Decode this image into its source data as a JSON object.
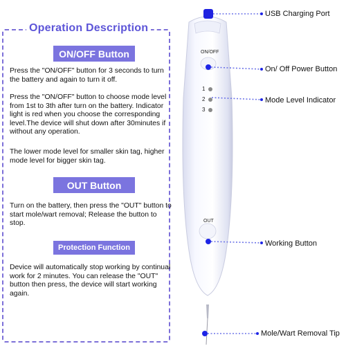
{
  "panel": {
    "title": "Operation Description",
    "onoff_badge": "ON/OFF Button",
    "onoff_para1": "Press the \"ON/OFF\" button for 3 seconds to turn the battery and again to turn it off.",
    "onoff_para2": "Press the \"ON/OFF\" button to choose mode level from 1st to 3th after turn on the battery. Indicator light is red when you choose the corresponding level.The device will shut down after 30minutes if without any operation.",
    "onoff_para3": "The lower mode level for smaller skin tag, higher mode level for bigger skin tag.",
    "out_badge": "OUT Button",
    "out_para": "Turn on the battery, then press the \"OUT\" button to start mole/wart removal; Release the button to stop.",
    "protection_badge": "Protection Function",
    "protection_para": "Device will automatically stop working by continual work for 2 minutes. You can release the \"OUT\" button then press, the device will start working again."
  },
  "device": {
    "onoff_label": "ON/OFF",
    "out_label": "OUT",
    "levels": [
      "1",
      "2",
      "3"
    ]
  },
  "callouts": {
    "usb": "USB Charging Port",
    "onoff": "On/ Off Power Button",
    "mode": "Mode Level Indicator",
    "working": "Working Button",
    "tip": "Mole/Wart Removal Tip"
  },
  "colors": {
    "accent": "#7b74df",
    "title": "#5d55d8",
    "marker": "#1d24e6",
    "led": "#8a8a8a"
  }
}
